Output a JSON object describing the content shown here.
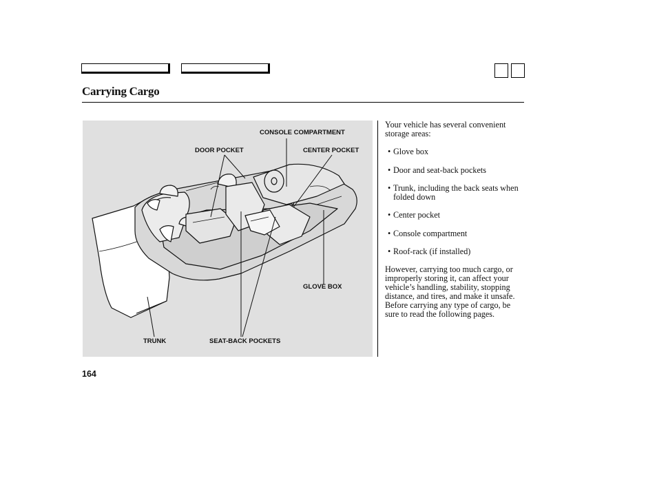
{
  "nav": {
    "back_button": "",
    "next_button": "",
    "square_buttons": [
      "",
      ""
    ]
  },
  "header": {
    "title": "Carrying Cargo"
  },
  "figure": {
    "labels": {
      "console_compartment": "CONSOLE COMPARTMENT",
      "door_pocket": "DOOR POCKET",
      "center_pocket": "CENTER POCKET",
      "glove_box": "GLOVE BOX",
      "trunk": "TRUNK",
      "seat_back_pockets": "SEAT-BACK POCKETS"
    },
    "background_color": "#e0e0e0"
  },
  "content": {
    "intro": "Your vehicle has several convenient storage areas:",
    "bullets": [
      "Glove box",
      "Door and seat-back pockets",
      "Trunk, including the back seats when folded down",
      "Center pocket",
      "Console compartment",
      "Roof-rack (if installed)"
    ],
    "warning": "However, carrying too much cargo, or improperly storing it, can affect your vehicle’s handling, stability, stopping distance, and tires, and make it unsafe. Before carrying any type of cargo, be sure to read the following pages."
  },
  "footer": {
    "page_number": "164"
  }
}
